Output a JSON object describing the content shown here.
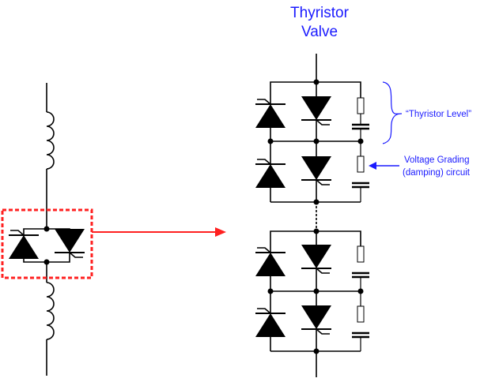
{
  "title": {
    "line1": "Thyristor",
    "line2": "Valve"
  },
  "annotations": {
    "thyristor_level": "“Thyristor Level”",
    "grading_line1": "Voltage Grading",
    "grading_line2": "(damping) circuit"
  },
  "colors": {
    "label": "#1a1aff",
    "highlight": "#ff2020",
    "wire": "#000000"
  }
}
